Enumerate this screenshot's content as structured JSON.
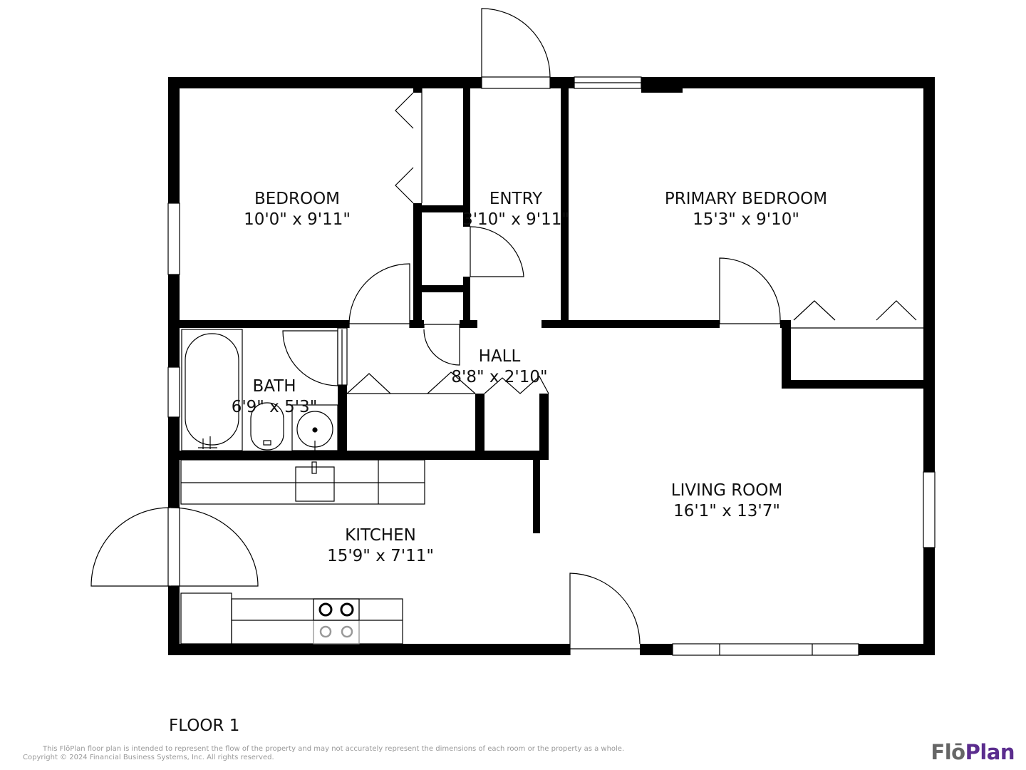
{
  "rooms": [
    {
      "name": "BEDROOM",
      "dims": "10'0\" x 9'11\""
    },
    {
      "name": "ENTRY",
      "dims": "3'10\" x 9'11\""
    },
    {
      "name": "PRIMARY BEDROOM",
      "dims": "15'3\" x 9'10\""
    },
    {
      "name": "HALL",
      "dims": "8'8\" x 2'10\""
    },
    {
      "name": "BATH",
      "dims": "6'9\" x 5'3\""
    },
    {
      "name": "LIVING ROOM",
      "dims": "16'1\" x 13'7\""
    },
    {
      "name": "KITCHEN",
      "dims": "15'9\" x 7'11\""
    }
  ],
  "floor_label": "FLOOR 1",
  "disclaimer": "This FlōPlan floor plan is intended to represent the flow of the property and may not accurately represent the dimensions of each room or the property as a whole.",
  "copyright": "Copyright © 2024 Financial Business Systems, Inc. All rights reserved.",
  "logo": {
    "part1": "Flō",
    "part2": "Plan",
    "colors": {
      "part1": "#666666",
      "part2": "#5b2d8e"
    }
  },
  "colors": {
    "wall": "#000000",
    "background": "#ffffff"
  }
}
